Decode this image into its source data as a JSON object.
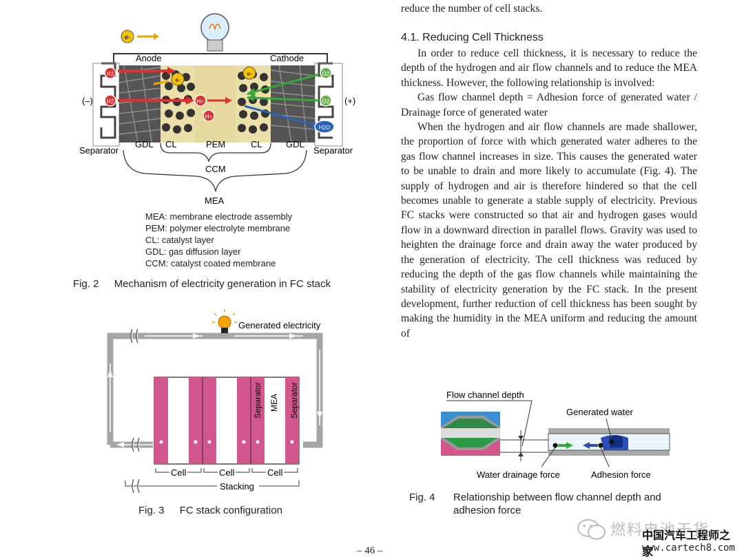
{
  "right_column": {
    "top_line": "reduce the number of cell stacks.",
    "section_heading": "4.1. Reducing Cell Thickness",
    "paragraphs": [
      "In order to reduce cell thickness, it is necessary to reduce the depth of the hydrogen and air flow channels and to reduce the MEA thickness. However, the following relationship is involved:",
      "Gas flow channel depth = Adhesion force of generated water / Drainage force of generated water",
      "When the hydrogen and air flow channels are made shallower, the proportion of force with which generated water adheres to the gas flow channel increases in size. This causes the generated water to be unable to drain and more likely to accumulate (Fig. 4). The supply of hydrogen and air is therefore hindered so that the cell becomes unable to generate a stable supply of electricity. Previous FC stacks were constructed so that air and hydrogen gases would flow in a downward direction in parallel flows. Gravity was used to heighten the drainage force and drain away the water produced by the generation of electricity. The cell thickness was reduced by reducing the depth of the gas flow channels while maintaining the stability of electricity generation by the FC stack. In the present development, further reduction of cell thickness has been sought by making the humidity in the MEA uniform and reducing the amount of"
    ]
  },
  "fig2": {
    "labels": {
      "anode": "Anode",
      "cathode": "Cathode",
      "minus": "(–)",
      "plus": "(+)",
      "separator_left": "Separator",
      "separator_right": "Separator",
      "gdl_left": "GDL",
      "cl_left": "CL",
      "pem": "PEM",
      "cl_right": "CL",
      "gdl_right": "GDL",
      "ccm": "CCM",
      "mea": "MEA",
      "electron": "e-",
      "h2": "H2",
      "o2": "O2",
      "hplus": "H+",
      "h2o": "H2O"
    },
    "legend": [
      "MEA: membrane electrode assembly",
      "PEM: polymer electrolyte membrane",
      "CL: catalyst layer",
      "GDL: gas diffusion layer",
      "CCM: catalyst coated membrane"
    ],
    "caption_number": "Fig. 2",
    "caption_text": "Mechanism of electricity generation in FC stack"
  },
  "fig3": {
    "generated_electricity": "Generated electricity",
    "separator_1": "Separator",
    "mea": "MEA",
    "separator_2": "Separator",
    "cells": [
      "Cell",
      "Cell",
      "Cell"
    ],
    "stacking": "Stacking",
    "caption_number": "Fig. 3",
    "caption_text": "FC stack configuration"
  },
  "fig4": {
    "flow_channel_depth": "Flow channel depth",
    "generated_water": "Generated water",
    "water_drainage_force": "Water drainage force",
    "adhesion_force": "Adhesion force",
    "caption_number": "Fig. 4",
    "caption_text_line1": "Relationship between flow channel depth and",
    "caption_text_line2": "adhesion force"
  },
  "page_number": "– 46 –",
  "watermark": {
    "wechat": "燃料电池干货",
    "site_cn": "中国汽车工程师之家",
    "site_url": "www.cartech8.com"
  },
  "colors": {
    "pink": "#d4568e",
    "pem": "#e6d9a0",
    "hydrogen_red": "#e03030",
    "oxygen_green": "#6ab04c",
    "water_blue": "#2b63b8",
    "electron_yellow": "#f2c200",
    "gray_wire": "#a6a6a6"
  }
}
